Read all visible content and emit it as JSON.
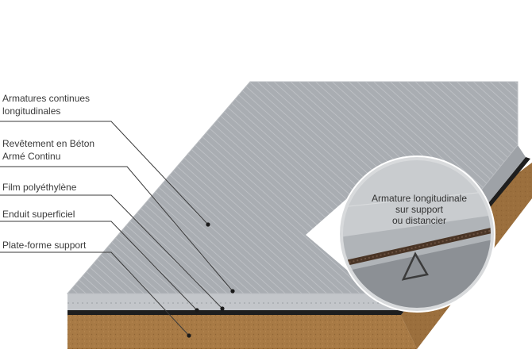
{
  "labels": {
    "armatures": [
      "Armatures continues",
      "longitudinales"
    ],
    "revetement": [
      "Revêtement en Béton",
      "Armé Continu"
    ],
    "film": "Film polyéthylène",
    "enduit": "Enduit superficiel",
    "plateforme": "Plate-forme support"
  },
  "inset": {
    "lines": [
      "Armature longitudinale",
      "sur support",
      "ou distancier"
    ]
  },
  "colors": {
    "concrete": "#a9adb2",
    "concrete_edge": "#c9ccd0",
    "soil": "#a87a45",
    "soil_dark": "#7e5a32",
    "rebar": "#4a3526",
    "leader": "#3a3a3a"
  }
}
